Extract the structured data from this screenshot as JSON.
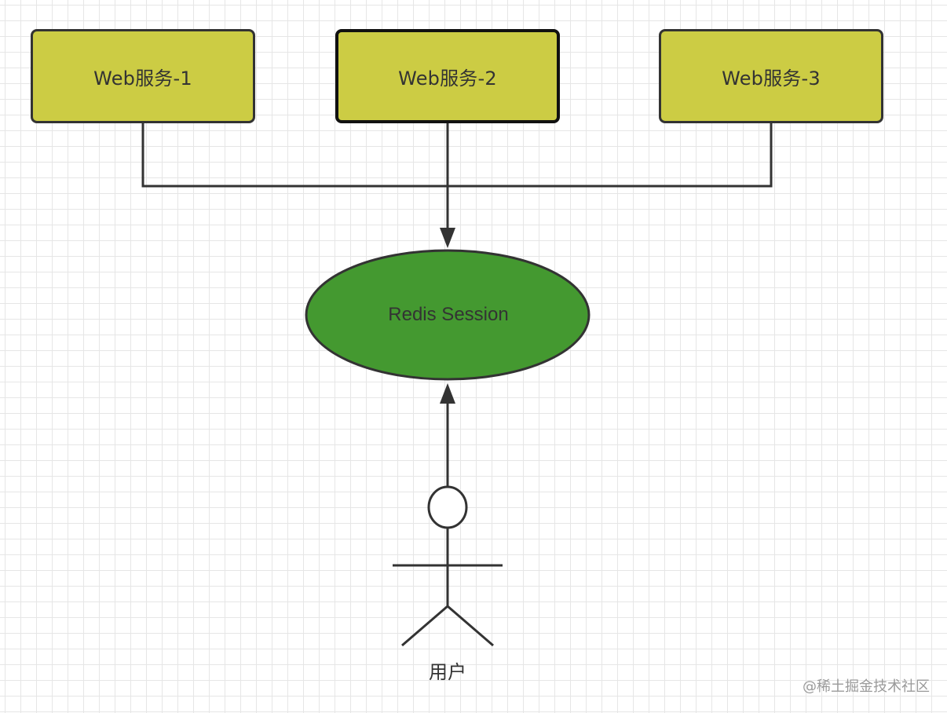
{
  "diagram": {
    "services": [
      {
        "label": "Web服务-1"
      },
      {
        "label": "Web服务-2"
      },
      {
        "label": "Web服务-3"
      }
    ],
    "session_store": {
      "label": "Redis Session"
    },
    "actor": {
      "label": "用户"
    },
    "watermark": "@稀土掘金技术社区"
  },
  "colors": {
    "service_fill": "#cccc44",
    "session_fill": "#449930",
    "stroke": "#333333",
    "grid": "#e6e6e6",
    "background": "#ffffff"
  }
}
